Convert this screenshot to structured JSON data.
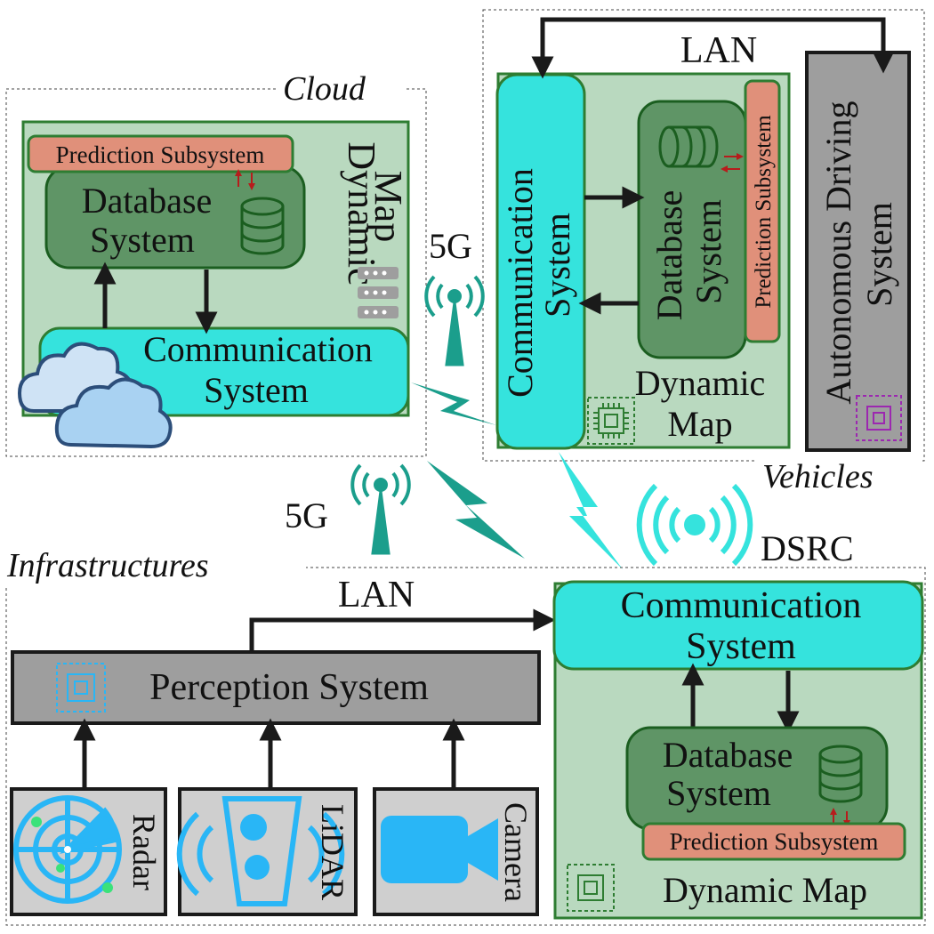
{
  "groups": {
    "cloud": "Cloud",
    "vehicles": "Vehicles",
    "infrastructures": "Infrastructures"
  },
  "cloud": {
    "prediction": "Prediction Subsystem",
    "database_l1": "Database",
    "database_l2": "System",
    "dynamic_l1": "Dynamic",
    "dynamic_l2": "Map",
    "comm_l1": "Communication",
    "comm_l2": "System"
  },
  "vehicle": {
    "lan": "LAN",
    "comm_l1": "Communication",
    "comm_l2": "System",
    "database_l1": "Database",
    "database_l2": "System",
    "prediction": "Prediction Subsystem",
    "dynamic_l1": "Dynamic",
    "dynamic_l2": "Map",
    "ads_l1": "Autonomous Driving",
    "ads_l2": "System"
  },
  "links": {
    "fiveg_top": "5G",
    "fiveg_bottom": "5G",
    "dsrc": "DSRC"
  },
  "infra": {
    "lan": "LAN",
    "perception": "Perception System",
    "radar": "Radar",
    "lidar": "LiDAR",
    "camera": "Camera",
    "comm_l1": "Communication",
    "comm_l2": "System",
    "database_l1": "Database",
    "database_l2": "System",
    "prediction": "Prediction Subsystem",
    "dynamic": "Dynamic Map"
  },
  "colors": {
    "map_bg": "#b9d9bf",
    "map_border": "#2e7d32",
    "database_bg": "#5f9566",
    "prediction_bg": "#e0907a",
    "comm_bg": "#35e3dd",
    "gray_box": "#9e9e9e",
    "sensor_bg": "#cfcfcf",
    "sensor_icon": "#29b6f6",
    "tower": "#1b9e8c",
    "arrow_red": "#b71c1c"
  }
}
